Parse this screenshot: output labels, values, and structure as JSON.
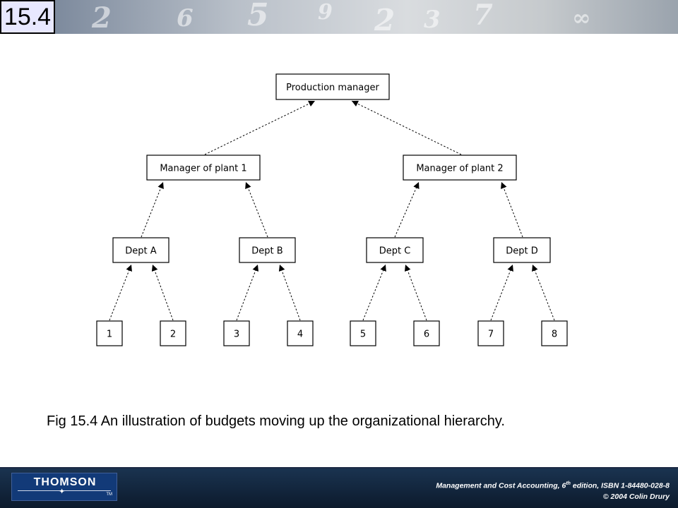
{
  "slide": {
    "number": "15.4"
  },
  "diagram": {
    "nodes": [
      {
        "id": "prod",
        "label": "Production manager"
      },
      {
        "id": "mp1",
        "label": "Manager of plant 1"
      },
      {
        "id": "mp2",
        "label": "Manager of plant 2"
      },
      {
        "id": "da",
        "label": "Dept A"
      },
      {
        "id": "db",
        "label": "Dept B"
      },
      {
        "id": "dc",
        "label": "Dept C"
      },
      {
        "id": "dd",
        "label": "Dept D"
      },
      {
        "id": "n1",
        "label": "1"
      },
      {
        "id": "n2",
        "label": "2"
      },
      {
        "id": "n3",
        "label": "3"
      },
      {
        "id": "n4",
        "label": "4"
      },
      {
        "id": "n5",
        "label": "5"
      },
      {
        "id": "n6",
        "label": "6"
      },
      {
        "id": "n7",
        "label": "7"
      },
      {
        "id": "n8",
        "label": "8"
      }
    ],
    "edges": [
      {
        "from": "mp1",
        "to": "prod"
      },
      {
        "from": "mp2",
        "to": "prod"
      },
      {
        "from": "da",
        "to": "mp1"
      },
      {
        "from": "db",
        "to": "mp1"
      },
      {
        "from": "dc",
        "to": "mp2"
      },
      {
        "from": "dd",
        "to": "mp2"
      },
      {
        "from": "n1",
        "to": "da"
      },
      {
        "from": "n2",
        "to": "da"
      },
      {
        "from": "n3",
        "to": "db"
      },
      {
        "from": "n4",
        "to": "db"
      },
      {
        "from": "n5",
        "to": "dc"
      },
      {
        "from": "n6",
        "to": "dc"
      },
      {
        "from": "n7",
        "to": "dd"
      },
      {
        "from": "n8",
        "to": "dd"
      }
    ]
  },
  "caption": "Fig 15.4  An illustration of budgets moving up the organizational  hierarchy.",
  "footer": {
    "logo_text": "THOMSON",
    "logo_tm": "TM",
    "book_title": "Management and Cost Accounting",
    "edition_num": ", 6",
    "edition_sup": "th",
    "edition_rest": " edition, ISBN 1-84480-028-8",
    "copyright": "© 2004 Colin Drury"
  },
  "colors": {
    "footer_bg": "#0c1a2c",
    "slide_number_bg": "#e8e8ff",
    "logo_bg": "#123a78"
  }
}
